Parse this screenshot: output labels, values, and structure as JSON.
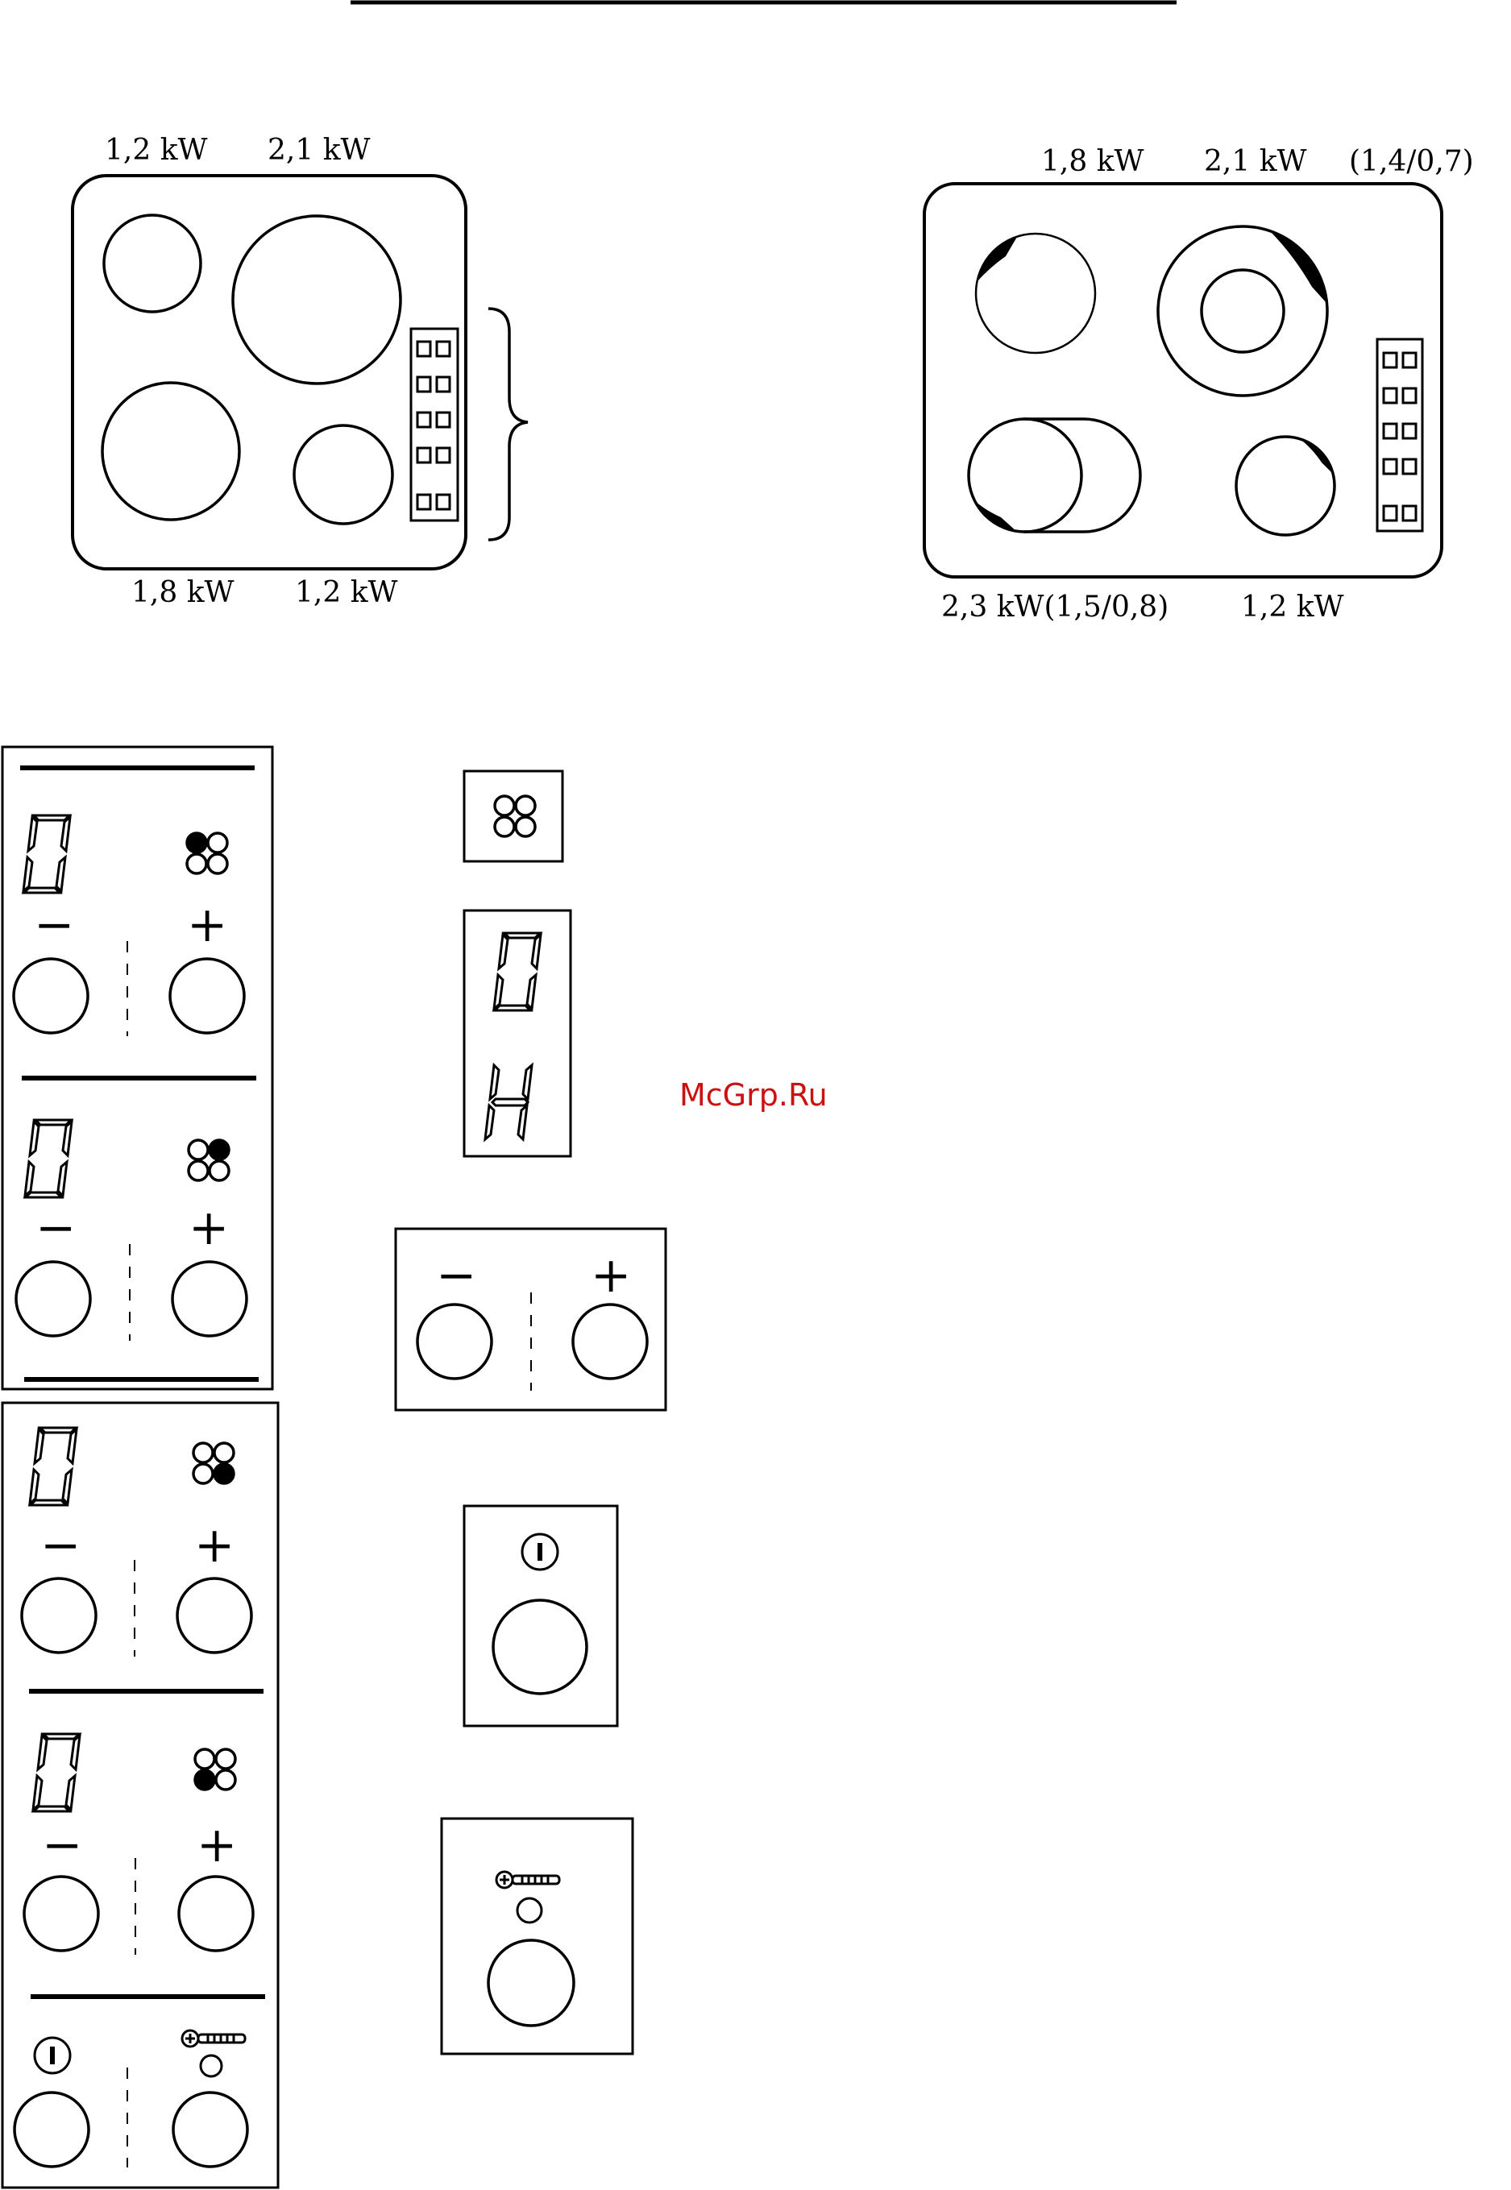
{
  "hob_left": {
    "power_top_left": "1,2 kW",
    "power_top_right": "2,1 kW",
    "power_bottom_left": "1,8 kW",
    "power_bottom_right": "1,2 kW"
  },
  "hob_right": {
    "power_top_left": "1,8 kW",
    "power_top_middle": "2,1 kW",
    "power_top_dual": "(1,4/0,7)",
    "power_bottom_left": "2,3 kW(1,5/0,8)",
    "power_bottom_right": "1,2 kW"
  },
  "controls": {
    "minus_symbol": "−",
    "plus_symbol": "+"
  },
  "watermark": {
    "text": "McGrp.Ru",
    "color": "#cc1111"
  },
  "colors": {
    "ink": "#000000",
    "paper": "#ffffff"
  }
}
